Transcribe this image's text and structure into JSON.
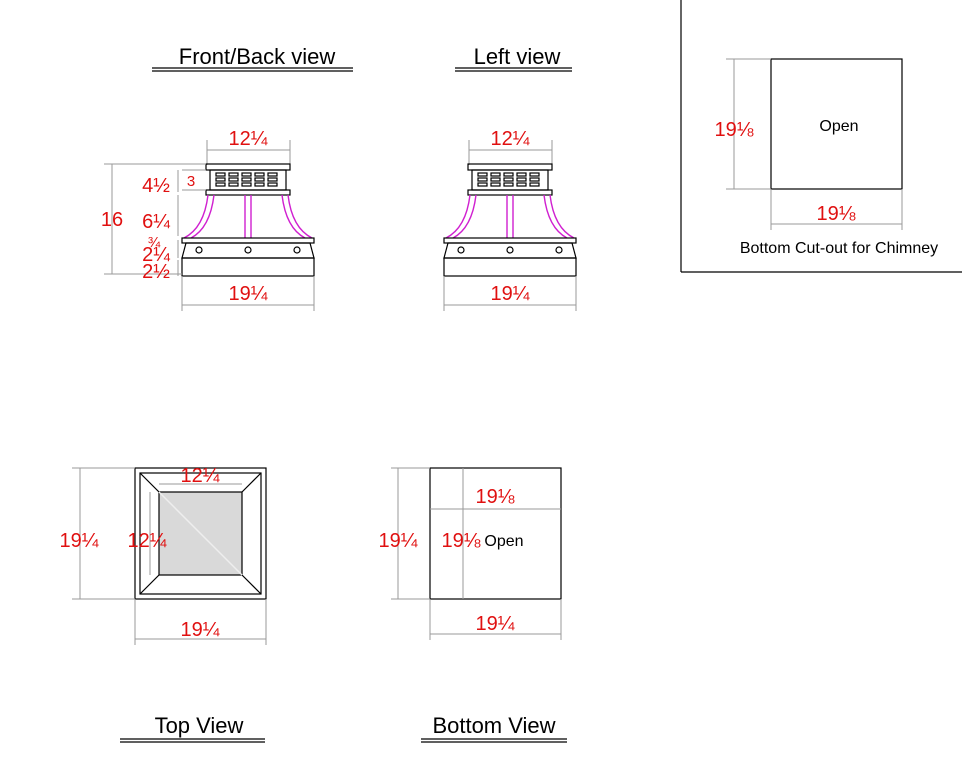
{
  "views": {
    "front_back": {
      "title": "Front/Back  view",
      "top_width": "12¼",
      "height": "16",
      "h_cap": "4½",
      "h_vent": "3",
      "h_legs": "6¼",
      "h_band_small": "¾",
      "h_band": "2¼",
      "h_base": "2½",
      "base_width": "19¼"
    },
    "left": {
      "title": "Left view",
      "top_width": "12¼",
      "base_width": "19¼"
    },
    "top": {
      "title": "Top View",
      "inner_width": "12¼",
      "inner_height": "12¼",
      "outer_height": "19¼",
      "outer_width": "19¼"
    },
    "bottom": {
      "title": "Bottom View",
      "open_width": "19⅛",
      "open_height": "19⅛",
      "open_label": "Open",
      "outer_height": "19¼",
      "outer_width": "19¼"
    },
    "cutout": {
      "open_label": "Open",
      "height": "19⅛",
      "width": "19⅛",
      "caption": "Bottom Cut-out for Chimney"
    }
  },
  "colors": {
    "dimension": "#e01010",
    "leg": "#d020d0",
    "line": "#000000",
    "guide": "#9a9a9a",
    "glass": "#d9d9d9"
  }
}
